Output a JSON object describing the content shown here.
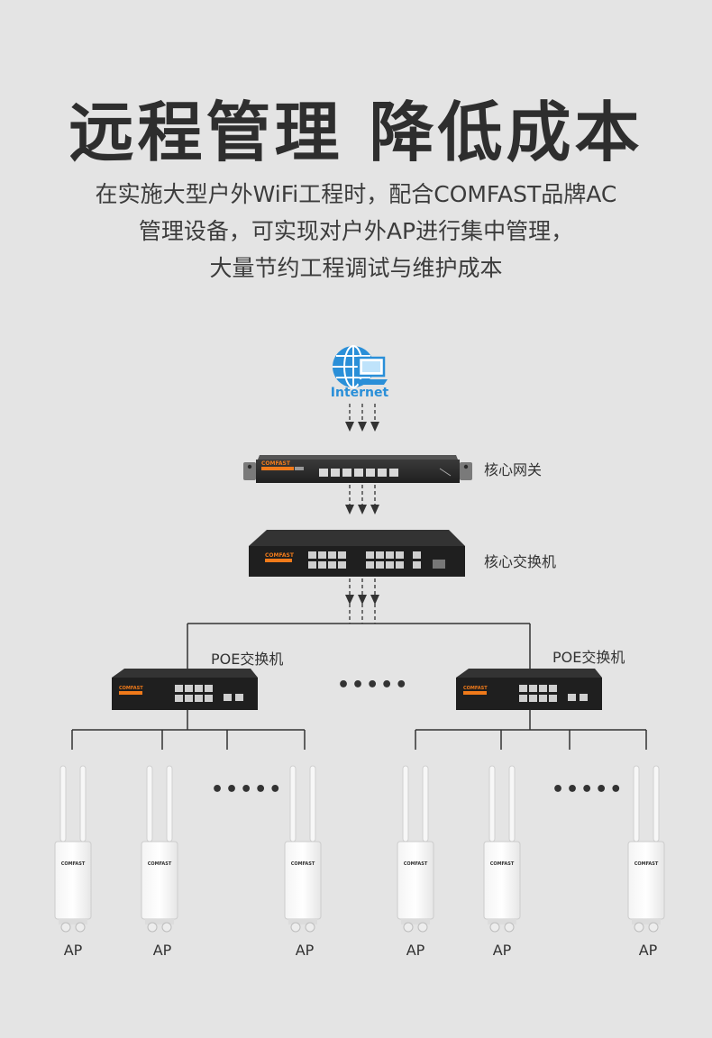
{
  "title": "远程管理  降低成本",
  "description": [
    "在实施大型户外WiFi工程时，配合COMFAST品牌AC",
    "管理设备，可实现对户外AP进行集中管理，",
    "大量节约工程调试与维护成本"
  ],
  "internet_label": "Internet",
  "gateway": {
    "label": "核心网关",
    "brand": "COMFAST"
  },
  "core_switch": {
    "label": "核心交换机",
    "brand": "COMFAST"
  },
  "poe_switches": [
    {
      "label": "POE交换机",
      "brand": "COMFAST"
    },
    {
      "label": "POE交换机",
      "brand": "COMFAST"
    }
  ],
  "ellipsis": "•••••",
  "aps": [
    {
      "label": "AP",
      "brand": "COMFAST"
    },
    {
      "label": "AP",
      "brand": "COMFAST"
    },
    {
      "label": "AP",
      "brand": "COMFAST"
    },
    {
      "label": "AP",
      "brand": "COMFAST"
    },
    {
      "label": "AP",
      "brand": "COMFAST"
    },
    {
      "label": "AP",
      "brand": "COMFAST"
    }
  ],
  "colors": {
    "background": "#e4e4e4",
    "line": "#333333",
    "device": "#1f1f1f",
    "brand_orange": "#f07a1a",
    "internet_blue": "#2a8fd8"
  }
}
